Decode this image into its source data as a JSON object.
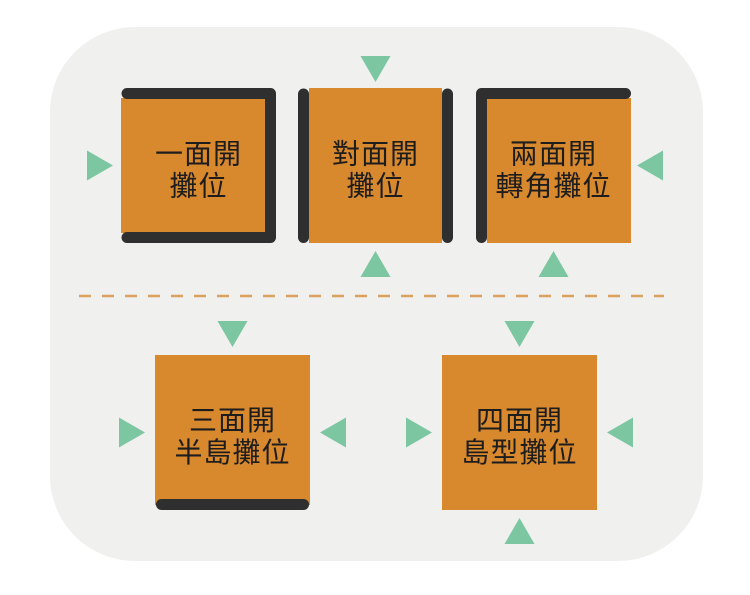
{
  "colors": {
    "panel": "#F0F0EF",
    "booth_fill": "#D8882D",
    "wall": "#2F2F2F",
    "arrow": "#7CC6A1",
    "divider": "#DCA15F",
    "label_text": "#1D1D1D"
  },
  "booths": [
    {
      "line1": "一面開",
      "line2": "攤位",
      "walls": [
        "top",
        "right",
        "bottom"
      ],
      "arrows": [
        "left"
      ]
    },
    {
      "line1": "對面開",
      "line2": "攤位",
      "walls": [
        "left",
        "right"
      ],
      "arrows": [
        "top",
        "bottom"
      ]
    },
    {
      "line1": "兩面開",
      "line2": "轉角攤位",
      "walls": [
        "top",
        "left"
      ],
      "arrows": [
        "right",
        "bottom"
      ]
    },
    {
      "line1": "三面開",
      "line2": "半島攤位",
      "walls": [
        "bottom"
      ],
      "arrows": [
        "top",
        "left",
        "right"
      ]
    },
    {
      "line1": "四面開",
      "line2": "島型攤位",
      "walls": [],
      "arrows": [
        "top",
        "left",
        "right",
        "bottom"
      ]
    }
  ]
}
